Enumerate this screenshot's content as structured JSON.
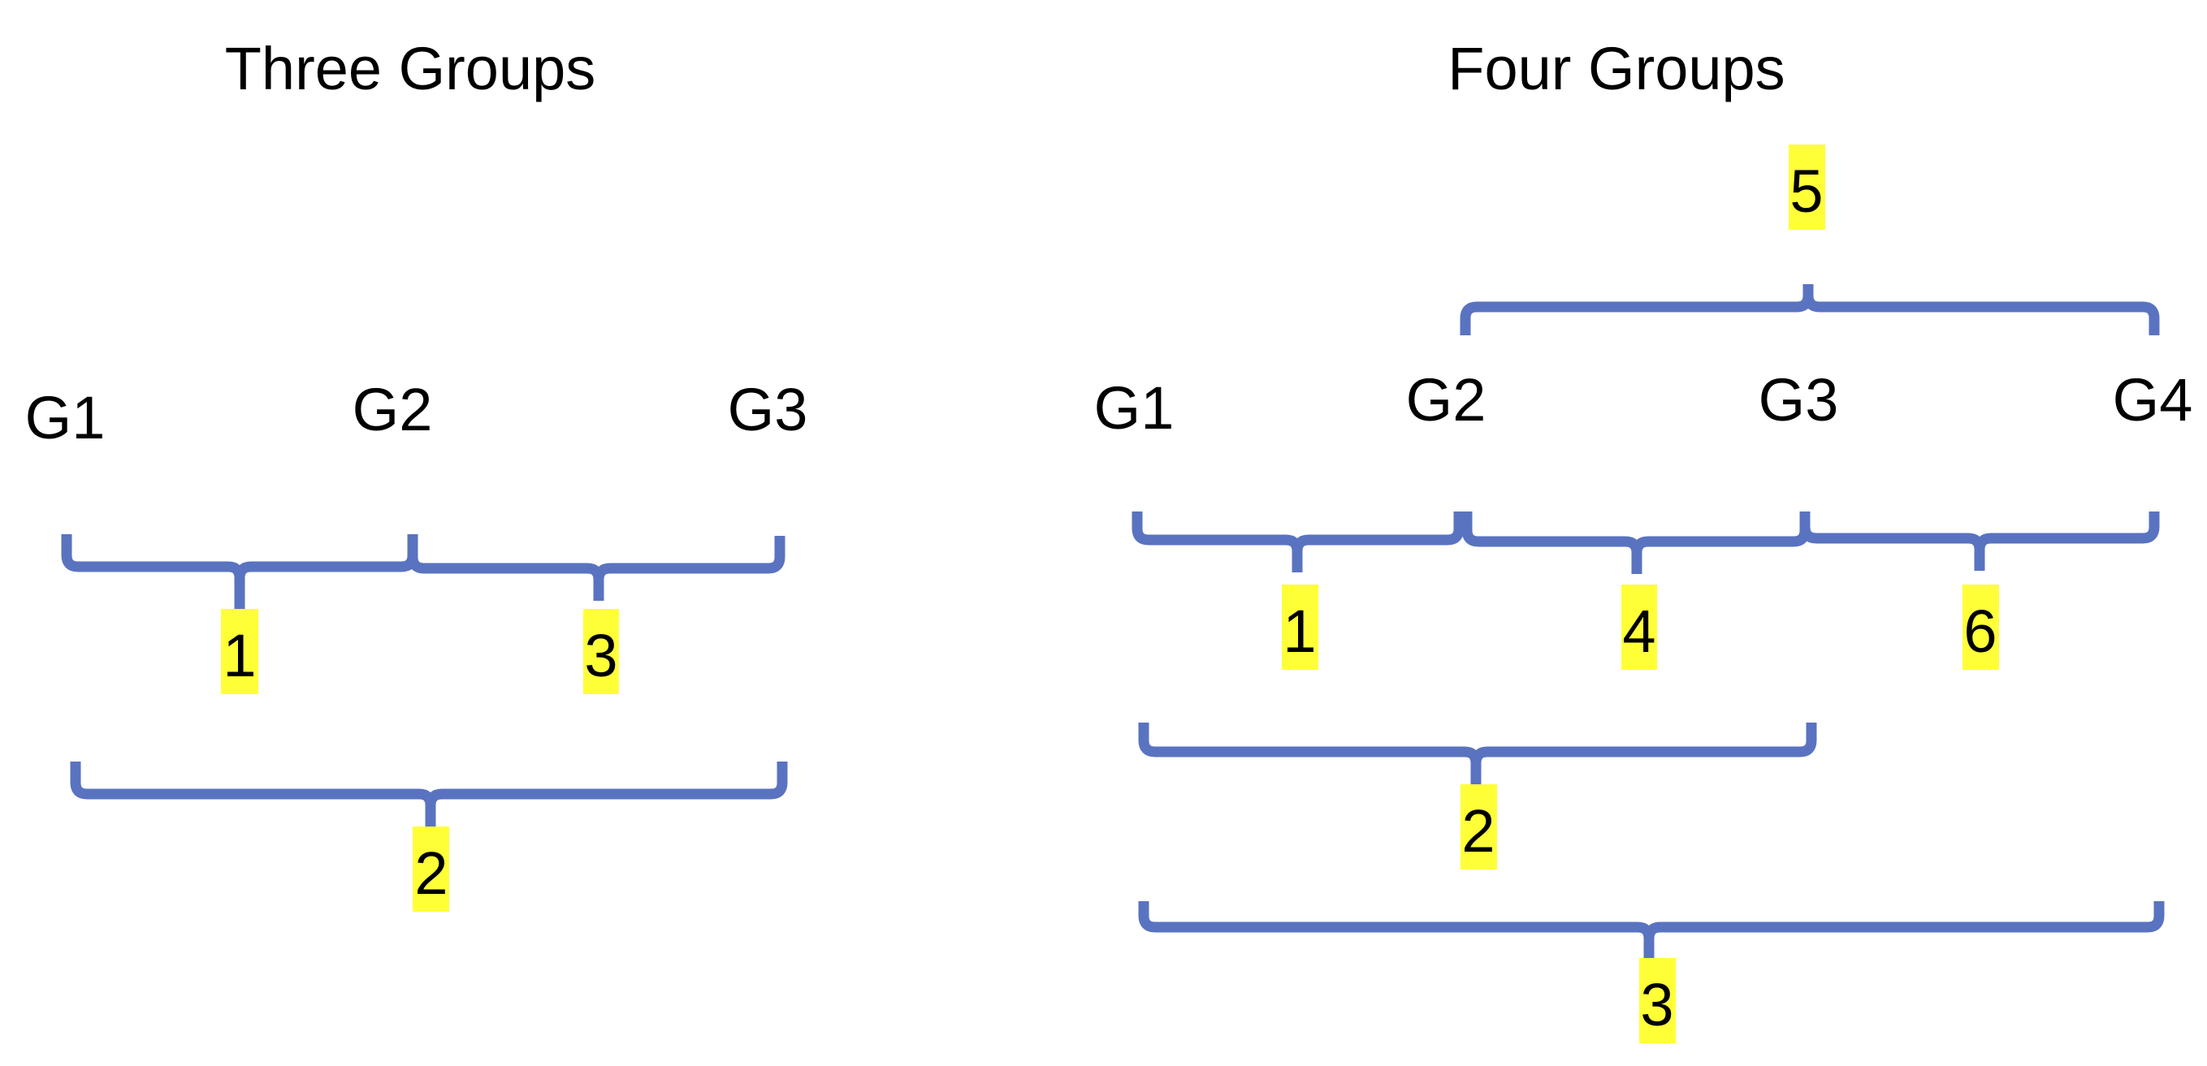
{
  "colors": {
    "brace": "#5a73c0",
    "highlight": "#ffff38",
    "text": "#000000"
  },
  "panels": [
    {
      "title": "Three Groups",
      "groups": [
        "G1",
        "G2",
        "G3"
      ],
      "comparisons": [
        {
          "label": "1",
          "from": "G1",
          "to": "G2"
        },
        {
          "label": "3",
          "from": "G2",
          "to": "G3"
        },
        {
          "label": "2",
          "from": "G1",
          "to": "G3"
        }
      ]
    },
    {
      "title": "Four Groups",
      "groups": [
        "G1",
        "G2",
        "G3",
        "G4"
      ],
      "comparisons": [
        {
          "label": "5",
          "from": "G2",
          "to": "G4"
        },
        {
          "label": "1",
          "from": "G1",
          "to": "G2"
        },
        {
          "label": "4",
          "from": "G2",
          "to": "G3"
        },
        {
          "label": "6",
          "from": "G3",
          "to": "G4"
        },
        {
          "label": "2",
          "from": "G1",
          "to": "G3"
        },
        {
          "label": "3",
          "from": "G1",
          "to": "G4"
        }
      ]
    }
  ]
}
